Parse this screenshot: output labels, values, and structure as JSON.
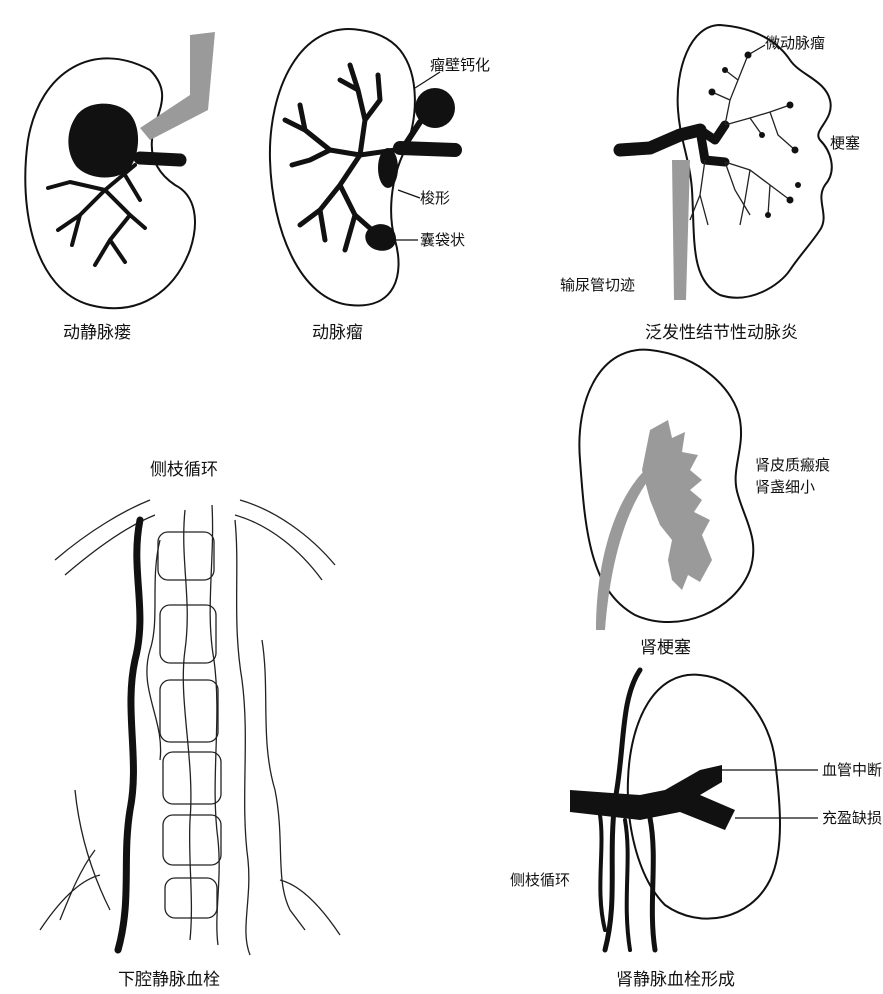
{
  "panels": {
    "avf": {
      "caption": "动静脉瘘"
    },
    "aneurysm": {
      "caption": "动脉瘤",
      "labels": {
        "calcified": "瘤壁钙化",
        "fusiform": "梭形",
        "saccular": "囊袋状"
      }
    },
    "pan": {
      "caption": "泛发性结节性动脉炎",
      "labels": {
        "micro_aneurysm": "微动脉瘤",
        "infarct": "梗塞",
        "ureter_notch": "输尿管切迹"
      }
    },
    "ivc": {
      "caption": "下腔静脉血栓",
      "title": "侧枝循环"
    },
    "infarct": {
      "caption": "肾梗塞",
      "labels": {
        "cortex_scar": "肾皮质瘢痕",
        "kidney_small": "肾盏细小"
      }
    },
    "rvt": {
      "caption": "肾静脉血栓形成",
      "labels": {
        "interruption": "血管中断",
        "filling_defect": "充盈缺损",
        "collateral": "侧枝循环"
      }
    }
  }
}
